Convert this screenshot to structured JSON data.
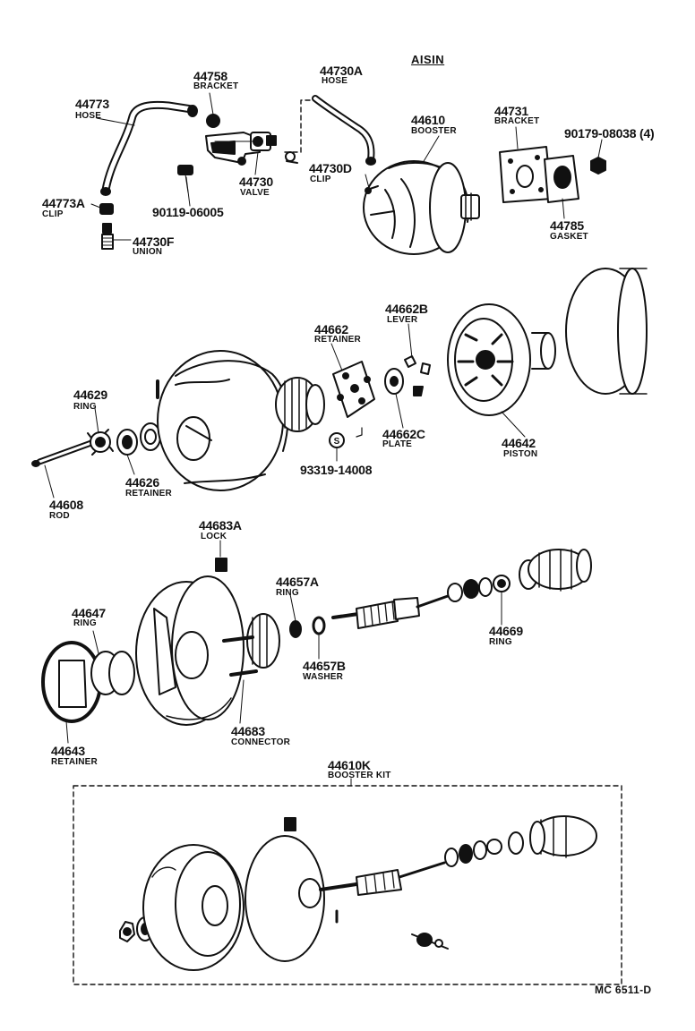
{
  "brand": "AISIN",
  "diagram_code": "MC 6511-D",
  "parts": [
    {
      "number": "44773",
      "name": "HOSE"
    },
    {
      "number": "44758",
      "name": "BRACKET"
    },
    {
      "number": "44730A",
      "name": "HOSE"
    },
    {
      "number": "44610",
      "name": "BOOSTER"
    },
    {
      "number": "44731",
      "name": "BRACKET"
    },
    {
      "number": "90179-08038 (4)",
      "name": ""
    },
    {
      "number": "44730",
      "name": "VALVE"
    },
    {
      "number": "44730D",
      "name": "CLIP"
    },
    {
      "number": "44773A",
      "name": "CLIP"
    },
    {
      "number": "90119-06005",
      "name": ""
    },
    {
      "number": "44785",
      "name": "GASKET"
    },
    {
      "number": "44730F",
      "name": "UNION"
    },
    {
      "number": "44662",
      "name": "RETAINER"
    },
    {
      "number": "44662B",
      "name": "LEVER"
    },
    {
      "number": "44629",
      "name": "RING"
    },
    {
      "number": "44662C",
      "name": "PLATE"
    },
    {
      "number": "44642",
      "name": "PISTON"
    },
    {
      "number": "93319-14008",
      "name": ""
    },
    {
      "number": "44626",
      "name": "RETAINER"
    },
    {
      "number": "44608",
      "name": "ROD"
    },
    {
      "number": "44683A",
      "name": "LOCK"
    },
    {
      "number": "44657A",
      "name": "RING"
    },
    {
      "number": "44647",
      "name": "RING"
    },
    {
      "number": "44669",
      "name": "RING"
    },
    {
      "number": "44657B",
      "name": "WASHER"
    },
    {
      "number": "44683",
      "name": "CONNECTOR"
    },
    {
      "number": "44643",
      "name": "RETAINER"
    },
    {
      "number": "44610K",
      "name": "BOOSTER KIT"
    }
  ]
}
